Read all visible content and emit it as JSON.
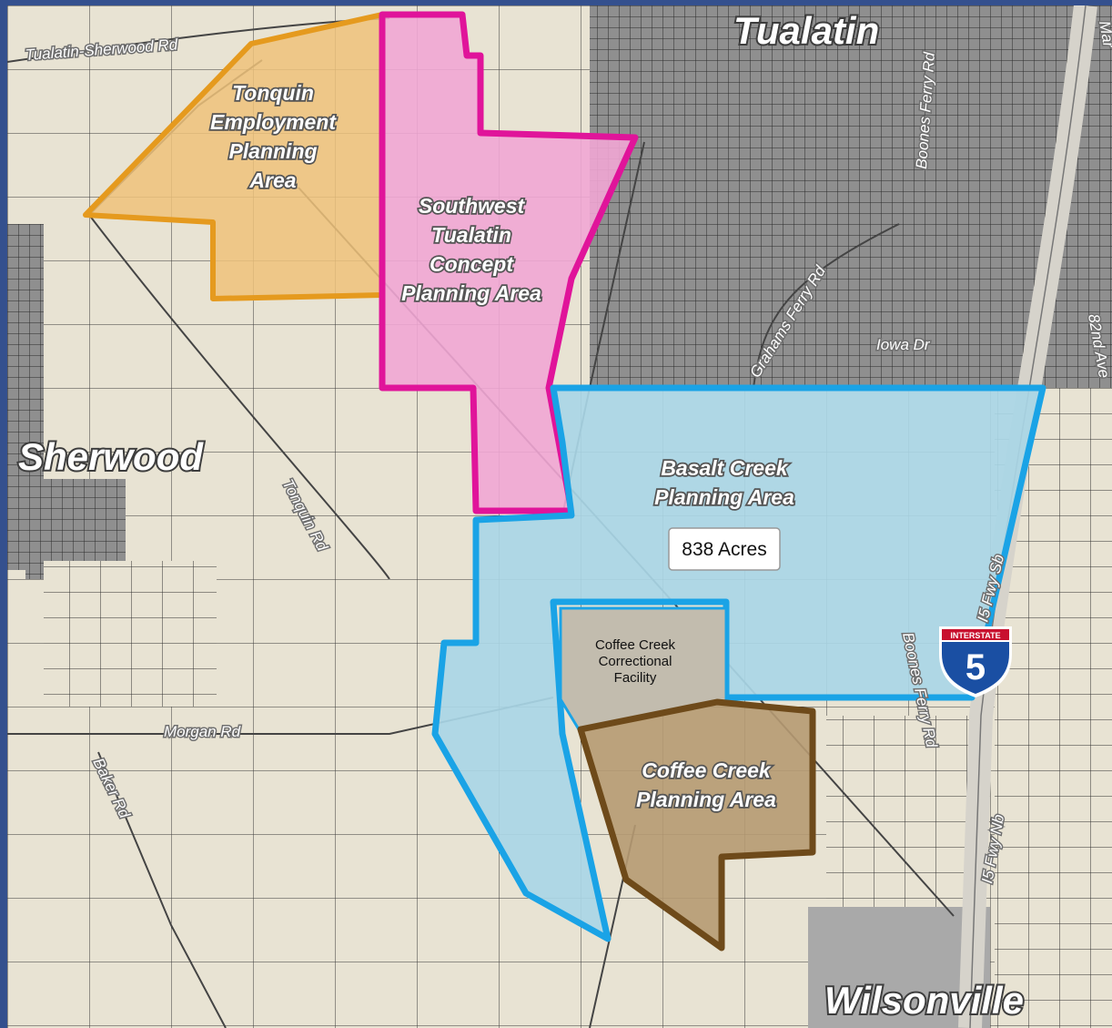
{
  "cities": {
    "tualatin": "Tualatin",
    "sherwood": "Sherwood",
    "wilsonville": "Wilsonville"
  },
  "roads": {
    "tualatin_sherwood": "Tualatin-Sherwood Rd",
    "boones_ferry_north": "Boones Ferry Rd",
    "grahams_ferry": "Grahams Ferry Rd",
    "iowa": "Iowa Dr",
    "ave_82nd": "82nd Ave",
    "tonquin": "Tonquin Rd",
    "morgan": "Morgan Rd",
    "baker": "Baker Rd",
    "boones_ferry_south": "Boones Ferry Rd",
    "i5_sb": "I5 Fwy Sb",
    "i5_nb": "I5 Fwy Nb",
    "martin_partial": "Mar"
  },
  "areas": {
    "tonquin": [
      "Tonquin",
      "Employment",
      "Planning",
      "Area"
    ],
    "southwest_tualatin": [
      "Southwest",
      "Tualatin",
      "Concept",
      "Planning Area"
    ],
    "basalt_creek": [
      "Basalt Creek",
      "Planning Area"
    ],
    "coffee_creek": [
      "Coffee Creek",
      "Planning Area"
    ]
  },
  "facility": [
    "Coffee Creek",
    "Correctional",
    "Facility"
  ],
  "acres_callout": "838 Acres",
  "interstate_shield": {
    "label": "INTERSTATE",
    "number": "5"
  },
  "colors": {
    "background_frame": "#34508e",
    "land": "#e8e3d3",
    "urban": "#8e8e8e",
    "tonquin_fill": "#efc27a",
    "tonquin_border": "#e59a1e",
    "southwest_fill": "#f1a6d4",
    "southwest_border": "#e0149a",
    "basalt_fill": "#a9d6e6",
    "basalt_border": "#1aa3e6",
    "coffee_fill": "#b69a72",
    "coffee_border": "#6e4a1a",
    "facility_fill": "#c2bcae"
  }
}
